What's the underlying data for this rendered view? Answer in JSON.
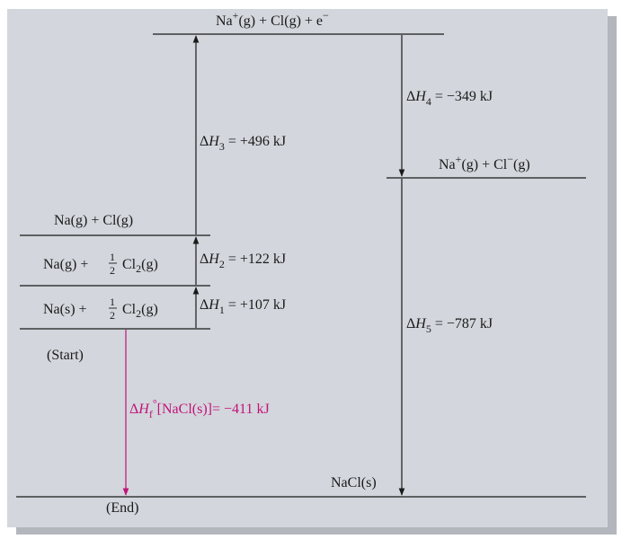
{
  "colors": {
    "panel_bg": "#d3d6dc",
    "panel_shadow": "#b3b6bd",
    "line": "#1a1a1a",
    "highlight": "#c2127a"
  },
  "levels": {
    "top": {
      "part1": "Na",
      "sup1": "+",
      "part2": "(g) + Cl(g) + e",
      "sup2": "−"
    },
    "ion_pair": {
      "part1": "Na",
      "sup1": "+",
      "part2": "(g) + Cl",
      "sup2": "−",
      "part3": "(g)"
    },
    "atoms": {
      "text": "Na(g) + Cl(g)"
    },
    "na_gas": {
      "prefix": "Na(g) + ",
      "num": "1",
      "den": "2",
      "cl": "Cl",
      "sub": "2",
      "suffix": "(g)"
    },
    "na_solid": {
      "prefix": "Na(s) + ",
      "num": "1",
      "den": "2",
      "cl": "Cl",
      "sub": "2",
      "suffix": "(g)"
    },
    "start": {
      "text": "(Start)"
    },
    "end": {
      "text": "(End)"
    },
    "nacl": {
      "text": "NaCl(s)"
    }
  },
  "steps": {
    "dh1": {
      "delta": "Δ",
      "H": "H",
      "sub": "1",
      "value": " = +107 kJ"
    },
    "dh2": {
      "delta": "Δ",
      "H": "H",
      "sub": "2",
      "value": " = +122 kJ"
    },
    "dh3": {
      "delta": "Δ",
      "H": "H",
      "sub": "3",
      "value": " = +496 kJ"
    },
    "dh4": {
      "delta": "Δ",
      "H": "H",
      "sub": "4",
      "value": " = −349 kJ"
    },
    "dh5": {
      "delta": "Δ",
      "H": "H",
      "sub": "5",
      "value": " = −787 kJ"
    },
    "dhf": {
      "delta": "Δ",
      "H": "H",
      "sub": "f",
      "sup": "°",
      "value": "[NaCl(s)]= −411 kJ"
    }
  }
}
